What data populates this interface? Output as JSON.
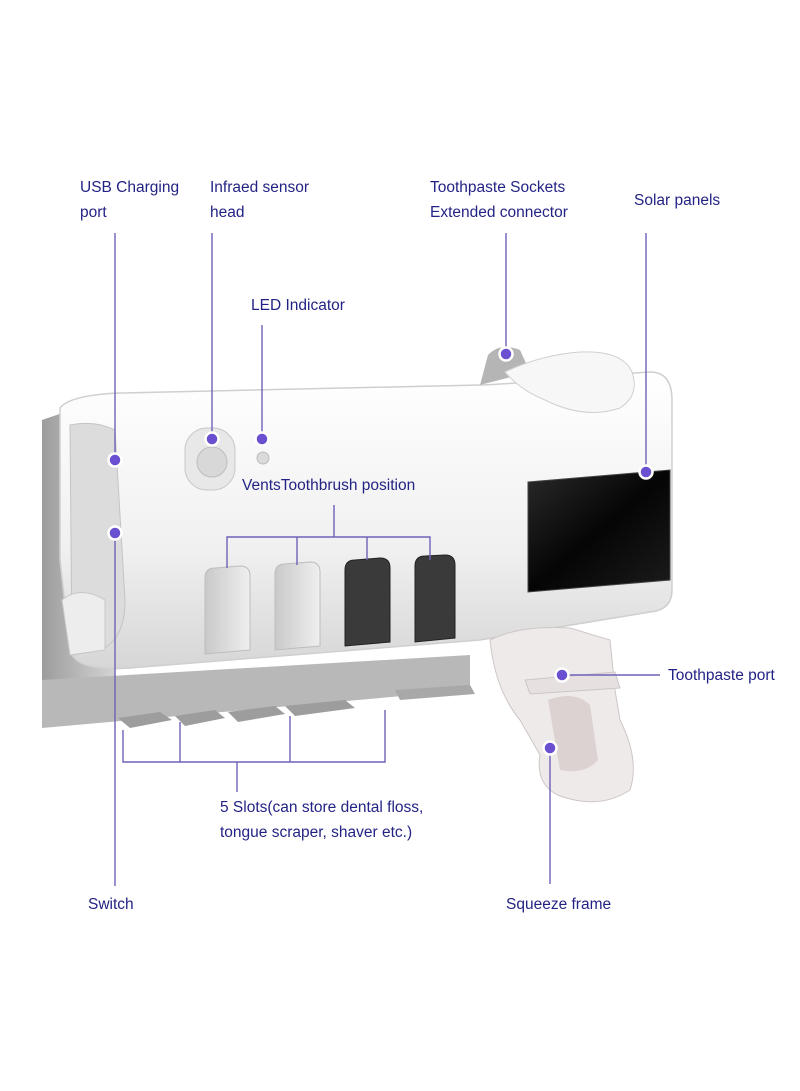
{
  "labels": {
    "usb_charging_port": {
      "line1": "USB Charging",
      "line2": "port"
    },
    "infrared_sensor": {
      "line1": "Infraed sensor",
      "line2": "head"
    },
    "toothpaste_sockets": {
      "line1": "Toothpaste Sockets",
      "line2": "Extended connector"
    },
    "solar_panels": "Solar panels",
    "led_indicator": "LED Indicator",
    "vents_toothbrush": "VentsToothbrush position",
    "toothpaste_port": "Toothpaste port",
    "slots": {
      "line1": "5 Slots(can store dental floss,",
      "line2": "tongue scraper, shaver etc.)"
    },
    "switch": "Switch",
    "squeeze_frame": "Squeeze frame"
  },
  "colors": {
    "label_text": "#232385",
    "leader_line": "#6f62b8",
    "marker_dot": "#6a4fd0",
    "device_body": "#f1f1f1",
    "device_shadow": "#bdbdbd",
    "solar_panel": "#0c0c0c"
  }
}
